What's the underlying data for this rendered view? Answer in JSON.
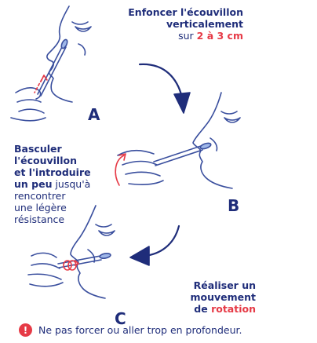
{
  "colors": {
    "navy": "#1f2d7a",
    "accent_red": "#e63a46",
    "line": "#3a4f9e",
    "swab_tip": "#9fb7e8"
  },
  "step_a": {
    "line1": "Enfoncer l'écouvillon",
    "line2": "verticalement",
    "line3_prefix": "sur ",
    "line3_value": "2 à 3 cm",
    "letter": "A"
  },
  "step_b": {
    "line1": "Basculer",
    "line2": "l'écouvillon",
    "line3": "et l'introduire",
    "line4_bold": "un peu",
    "line4_rest": " jusqu'à",
    "line5": "rencontrer",
    "line6": "une légère",
    "line7": "résistance",
    "letter": "B"
  },
  "step_c": {
    "line1": "Réaliser un",
    "line2": "mouvement",
    "line3_prefix": "de ",
    "line3_value": "rotation",
    "letter": "C"
  },
  "warning": {
    "icon": "exclamation-circle-icon",
    "text": "Ne pas forcer ou aller trop en profondeur."
  }
}
